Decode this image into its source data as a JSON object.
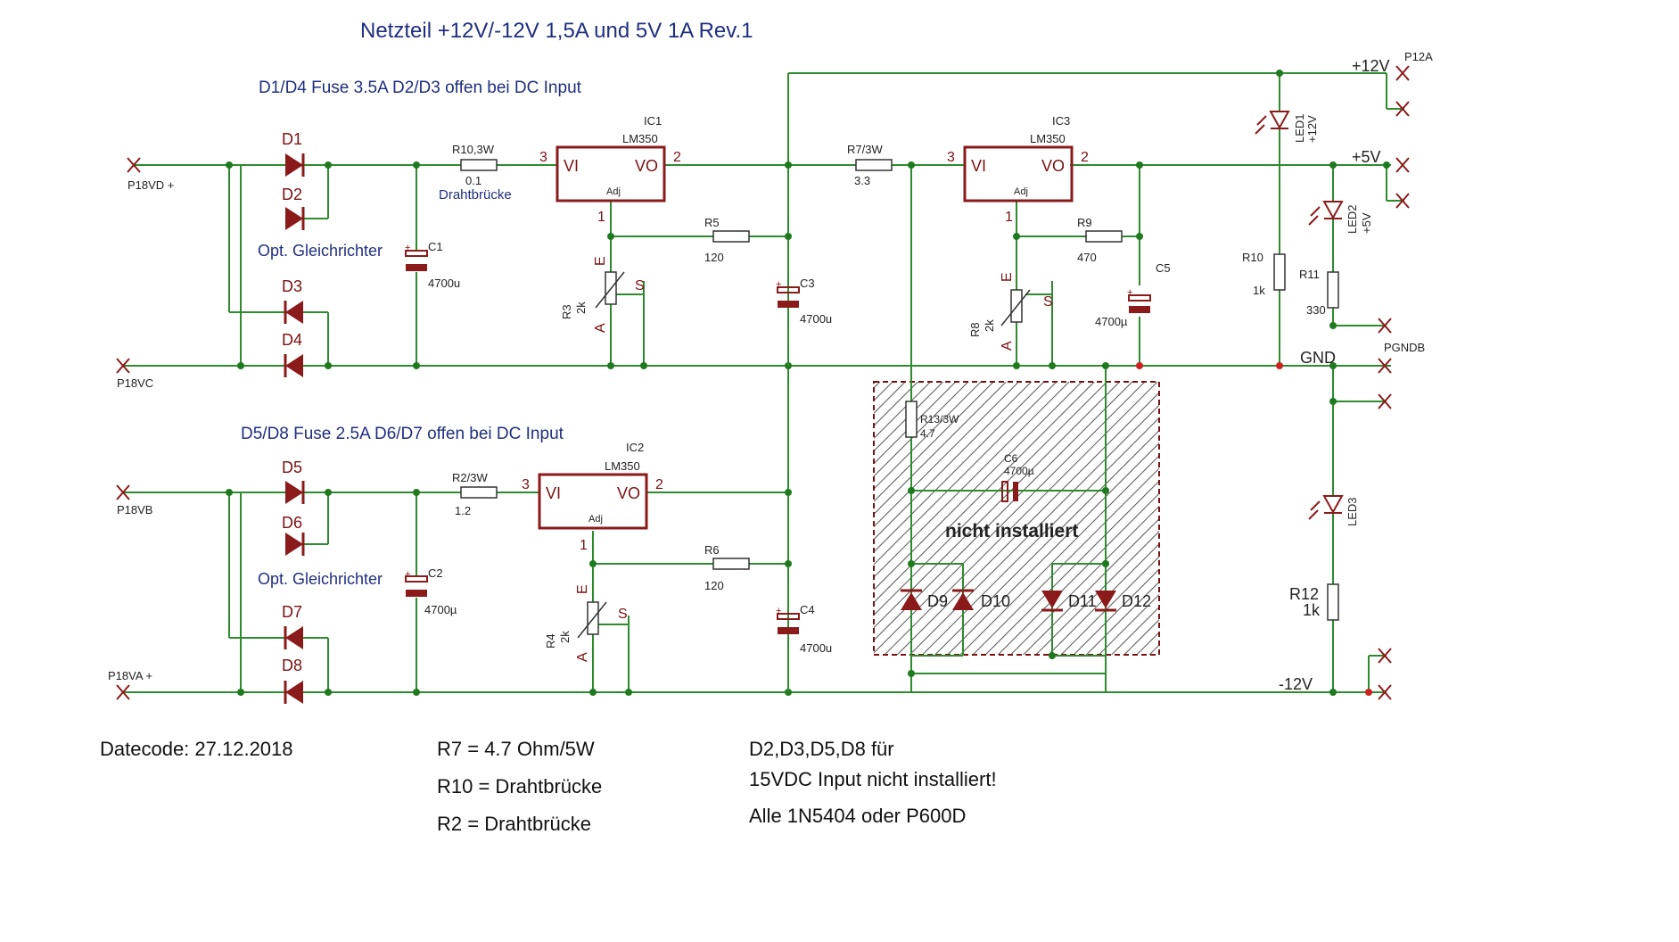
{
  "title": "Netzteil +12V/-12V 1,5A und 5V 1A Rev.1",
  "sections": {
    "top_note": "D1/D4 Fuse 3.5A D2/D3 offen bei DC Input",
    "bottom_note": "D5/D8 Fuse 2.5A D6/D7 offen bei DC Input",
    "rectifier_label": "Opt. Gleichrichter",
    "not_installed": "nicht installiert"
  },
  "ports": {
    "p18vd": "P18VD +",
    "p18vc": "P18VC",
    "p18vb": "P18VB",
    "p18va": "P18VA +",
    "p12a": "P12A",
    "pgndb": "PGNDB",
    "plus12": "+12V",
    "plus5": "+5V",
    "gnd": "GND",
    "minus12": "-12V"
  },
  "components": {
    "d1": "D1",
    "d2": "D2",
    "d3": "D3",
    "d4": "D4",
    "d5": "D5",
    "d6": "D6",
    "d7": "D7",
    "d8": "D8",
    "d9": "D9",
    "d10": "D10",
    "d11": "D11",
    "d12": "D12",
    "ic1": "IC1",
    "ic2": "IC2",
    "ic3": "IC3",
    "lm350": "LM350",
    "vi": "VI",
    "vo": "VO",
    "adj": "Adj",
    "pin1": "1",
    "pin2": "2",
    "pin3": "3",
    "r10": "R10,3W",
    "r10_val": "0.1",
    "r10_note": "Drahtbrücke",
    "r2": "R2/3W",
    "r2_val": "1.2",
    "r7": "R7/3W",
    "r7_val": "3.3",
    "r5": "R5",
    "r5_val": "120",
    "r6": "R6",
    "r6_val": "120",
    "r9": "R9",
    "r9_val": "470",
    "r3": "R3",
    "r4": "R4",
    "r8": "R8",
    "pot_val": "2k",
    "pot_e": "E",
    "pot_a": "A",
    "pot_s": "S",
    "c1": "C1",
    "c1_val": "4700u",
    "c2": "C2",
    "c2_val": "4700µ",
    "c3": "C3",
    "c3_val": "4700u",
    "c4": "C4",
    "c4_val": "4700u",
    "c5": "C5",
    "c5_val": "4700µ",
    "c6": "C6",
    "c6_val": "4700µ",
    "r13": "R13/3W",
    "r13_val": "4.7",
    "r10b": "R10",
    "r10b_val": "1k",
    "r11": "R11",
    "r11_val": "330",
    "r12": "R12",
    "r12_val": "1k",
    "led1": "LED1",
    "led1_val": "+12V",
    "led2": "LED2",
    "led2_val": "+5V",
    "led3": "LED3"
  },
  "notes": {
    "datecode": "Datecode: 27.12.2018",
    "r7_note": "R7  = 4.7 Ohm/5W",
    "r10_note": "R10 = Drahtbrücke",
    "r2_note": "R2 = Drahtbrücke",
    "diode_note_1": "D2,D3,D5,D8 für",
    "diode_note_2": "15VDC Input nicht installiert!",
    "diode_note_3": "Alle 1N5404 oder  P600D"
  },
  "colors": {
    "wire": "#2e8b2e",
    "component": "#8b1a1a",
    "title_text": "#1f2f80",
    "hatch": "#555555"
  }
}
